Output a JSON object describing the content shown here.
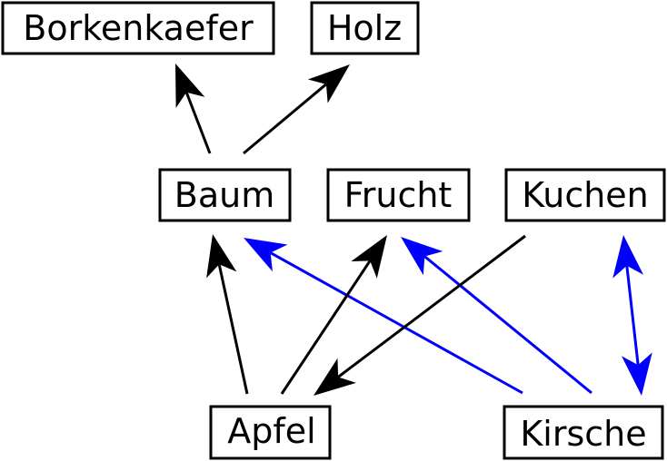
{
  "colors": {
    "inheritance": "#000000",
    "relation": "#0000ff"
  },
  "nodes": {
    "borkenkaefer": "Borkenkaefer",
    "holz": "Holz",
    "baum": "Baum",
    "frucht": "Frucht",
    "kuchen": "Kuchen",
    "apfel": "Apfel",
    "kirsche": "Kirsche"
  },
  "edges": [
    {
      "from": "baum",
      "to": "borkenkaefer",
      "type": "inheritance",
      "arrow": "end"
    },
    {
      "from": "baum",
      "to": "holz",
      "type": "inheritance",
      "arrow": "end"
    },
    {
      "from": "apfel",
      "to": "baum",
      "type": "inheritance",
      "arrow": "end"
    },
    {
      "from": "apfel",
      "to": "frucht",
      "type": "inheritance",
      "arrow": "end"
    },
    {
      "from": "kuchen",
      "to": "apfel",
      "type": "inheritance",
      "arrow": "end"
    },
    {
      "from": "kirsche",
      "to": "baum",
      "type": "relation",
      "arrow": "end"
    },
    {
      "from": "kirsche",
      "to": "frucht",
      "type": "relation",
      "arrow": "end"
    },
    {
      "from": "kirsche",
      "to": "kuchen",
      "type": "relation",
      "arrow": "both"
    }
  ]
}
